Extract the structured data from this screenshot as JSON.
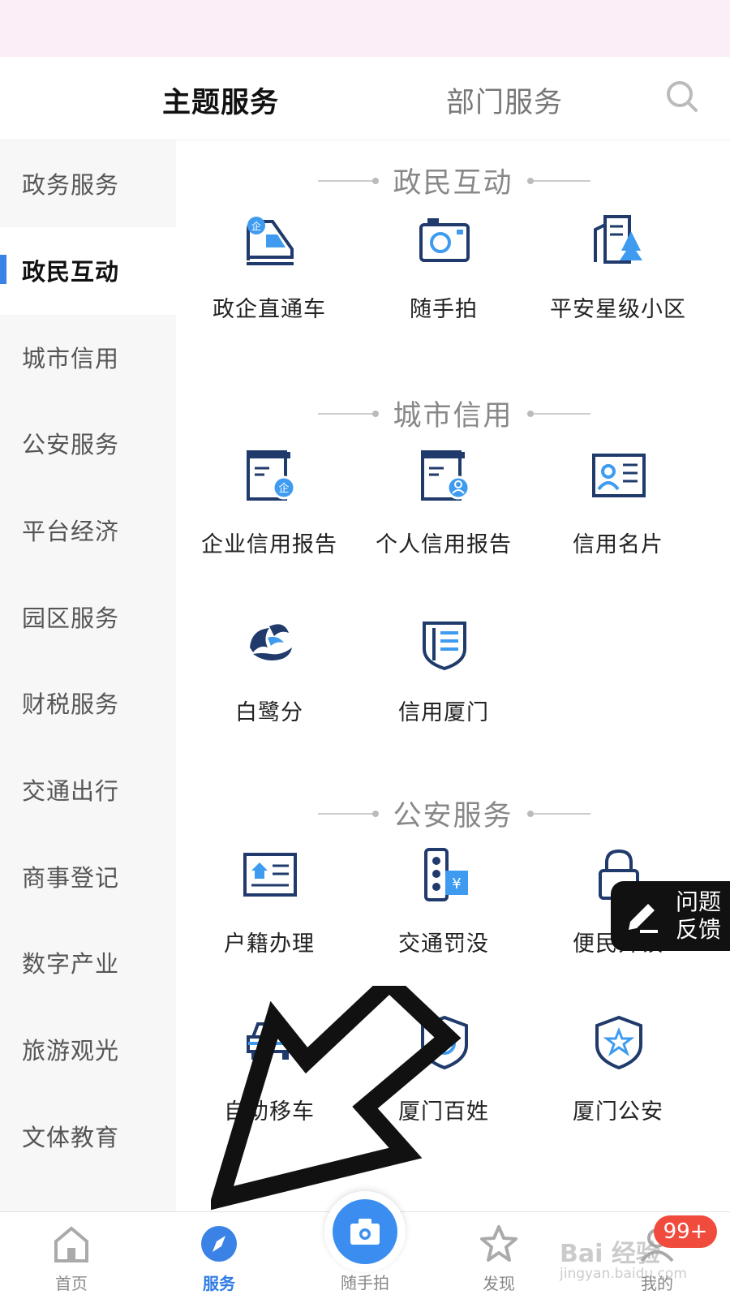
{
  "header": {
    "tabs": [
      {
        "label": "主题服务",
        "active": true
      },
      {
        "label": "部门服务",
        "active": false
      }
    ],
    "search_icon": "search-icon"
  },
  "sidebar": {
    "items": [
      {
        "label": "政务服务"
      },
      {
        "label": "政民互动",
        "active": true
      },
      {
        "label": "城市信用"
      },
      {
        "label": "公安服务"
      },
      {
        "label": "平台经济"
      },
      {
        "label": "园区服务"
      },
      {
        "label": "财税服务"
      },
      {
        "label": "交通出行"
      },
      {
        "label": "商事登记"
      },
      {
        "label": "数字产业"
      },
      {
        "label": "旅游观光"
      },
      {
        "label": "文体教育"
      }
    ]
  },
  "sections": [
    {
      "title": "政民互动",
      "items": [
        {
          "label": "政企直通车",
          "icon": "enterprise-train-icon"
        },
        {
          "label": "随手拍",
          "icon": "camera-icon"
        },
        {
          "label": "平安星级小区",
          "icon": "building-tree-icon"
        }
      ]
    },
    {
      "title": "城市信用",
      "items": [
        {
          "label": "企业信用报告",
          "icon": "enterprise-report-icon"
        },
        {
          "label": "个人信用报告",
          "icon": "personal-report-icon"
        },
        {
          "label": "信用名片",
          "icon": "credit-card-icon"
        },
        {
          "label": "白鹭分",
          "icon": "egret-icon"
        },
        {
          "label": "信用厦门",
          "icon": "credit-shield-icon"
        }
      ]
    },
    {
      "title": "公安服务",
      "items": [
        {
          "label": "户籍办理",
          "icon": "household-register-icon"
        },
        {
          "label": "交通罚没",
          "icon": "traffic-fine-icon"
        },
        {
          "label": "便民开锁",
          "icon": "lock-icon"
        },
        {
          "label": "自助移车",
          "icon": "car-move-icon"
        },
        {
          "label": "厦门百姓",
          "icon": "shield-icon"
        },
        {
          "label": "厦门公安",
          "icon": "police-badge-icon"
        }
      ]
    }
  ],
  "feedback": {
    "line1": "问题",
    "line2": "反馈"
  },
  "tabbar": {
    "items": [
      {
        "label": "首页",
        "icon": "home-icon"
      },
      {
        "label": "服务",
        "icon": "compass-icon",
        "active": true
      },
      {
        "label": "随手拍",
        "icon": "camera-icon"
      },
      {
        "label": "发现",
        "icon": "star-icon"
      },
      {
        "label": "我的",
        "icon": "profile-icon"
      }
    ],
    "badge": "99+"
  },
  "watermark": {
    "brand": "Bai 经验",
    "url": "jingyan.baidu.com"
  },
  "colors": {
    "accent": "#3b82e6",
    "icon_dark": "#1f3a6b",
    "icon_blue": "#3e9bf0",
    "badge": "#f04b3c"
  }
}
